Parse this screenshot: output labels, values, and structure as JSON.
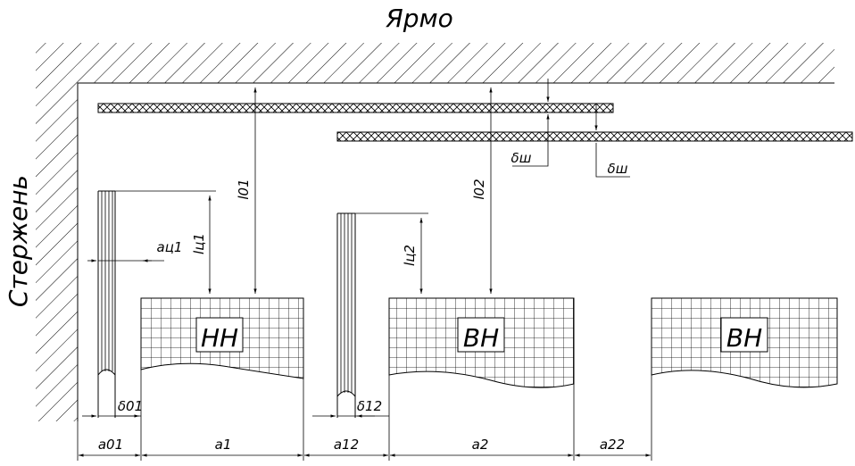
{
  "labels": {
    "yoke": "Ярмо",
    "core": "Стержень",
    "winding_lv": "НН",
    "winding_hv_1": "ВН",
    "winding_hv_2": "ВН"
  },
  "dims": {
    "l01": "l01",
    "l02": "l02",
    "lc1": "lц1",
    "lc2": "lц2",
    "ac1": "aц1",
    "delta_sh_1": "δш",
    "delta_sh_2": "δш",
    "delta01": "δ01",
    "delta12": "δ12",
    "a01": "a01",
    "a1": "a1",
    "a12": "a12",
    "a2": "a2",
    "a22": "a22"
  },
  "colors": {
    "ink": "#000000",
    "paper": "#ffffff"
  }
}
